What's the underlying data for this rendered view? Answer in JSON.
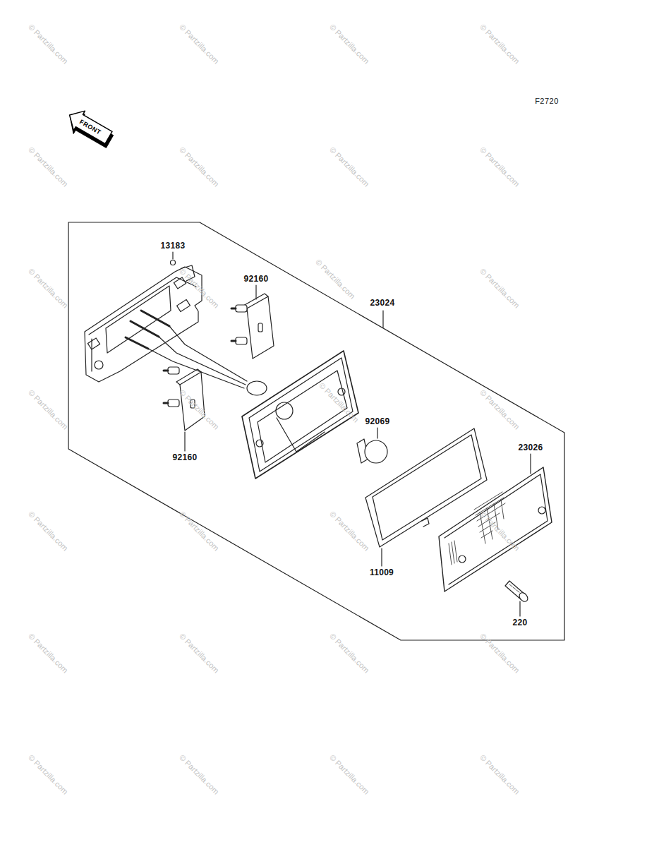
{
  "diagram": {
    "labels": [
      "F2720",
      "FRONT",
      "13183",
      "92160",
      "23024",
      "92160",
      "92069",
      "23026",
      "11009",
      "220",
      "© Partzilla.com",
      "© Partzilla.com",
      "© Partzilla.com",
      "© Partzilla.com",
      "© Partzilla.com",
      "© Partzilla.com",
      "© Partzilla.com",
      "© Partzilla.com",
      "© Partzilla.com",
      "© Partzilla.com",
      "© Partzilla.com",
      "© Partzilla.com",
      "© Partzilla.com",
      "© Partzilla.com",
      "© Partzilla.com",
      "© Partzilla.com",
      "© Partzilla.com",
      "© Partzilla.com",
      "© Partzilla.com",
      "© Partzilla.com",
      "© Partzilla.com",
      "© Partzilla.com",
      "© Partzilla.com",
      "© Partzilla.com",
      "© Partzilla.com",
      "© Partzilla.com",
      "© Partzilla.com",
      "© Partzilla.com"
    ]
  }
}
